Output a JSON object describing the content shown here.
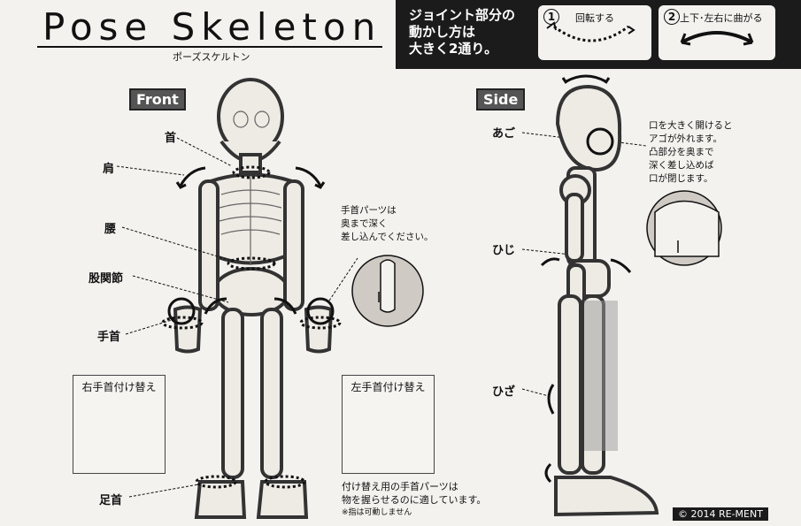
{
  "header": {
    "title": "Pose Skeleton",
    "subtitle": "ポーズスケルトン",
    "instruction": [
      "ジョイント部分の",
      "動かし方は",
      "大きく2通り。"
    ],
    "joint_modes": [
      {
        "num": "1",
        "label": "回転する"
      },
      {
        "num": "2",
        "label": "上下･左右に曲がる"
      }
    ]
  },
  "front": {
    "tag": "Front",
    "labels": {
      "neck": "首",
      "shoulder": "肩",
      "waist": "腰",
      "hip": "股関節",
      "wrist": "手首",
      "ankle": "足首"
    },
    "hand_note": [
      "手首パーツは",
      "奥まで深く",
      "差し込んでください。"
    ],
    "right_box": "右手首付け替え",
    "left_box": "左手首付け替え",
    "swap_note": [
      "付け替え用の手首パーツは",
      "物を握らせるのに適しています。"
    ],
    "swap_footnote": "※指は可動しません"
  },
  "side": {
    "tag": "Side",
    "labels": {
      "jaw": "あご",
      "elbow": "ひじ",
      "knee": "ひざ"
    },
    "jaw_note": [
      "口を大きく開けると",
      "アゴが外れます。",
      "凸部分を奥まで",
      "深く差し込めば",
      "口が閉じます。"
    ]
  },
  "copyright": "© 2014 RE-MENT"
}
